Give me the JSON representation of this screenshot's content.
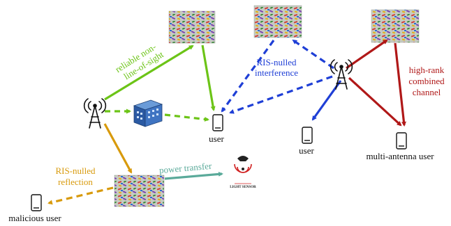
{
  "labels": {
    "reliable_nlos": [
      "reliable non-",
      "line-of-sight"
    ],
    "ris_nulled_interference": [
      "RIS-nulled",
      "interference"
    ],
    "high_rank_channel": [
      "high-rank",
      "combined",
      "channel"
    ],
    "power_transfer": "power transfer",
    "ris_nulled_reflection": [
      "RIS-nulled",
      "reflection"
    ],
    "light_sensor": "LIGHT SENSOR",
    "user_center": "user",
    "user_right": "user",
    "multi_antenna_user": "multi-antenna user",
    "malicious_user": "malicious user"
  },
  "colors": {
    "green": "#6cc417",
    "blue": "#1f3fd6",
    "dark_red": "#b01818",
    "orange": "#d89a0c",
    "teal": "#5aaa9a",
    "ris_base": "#c6cbc2"
  }
}
